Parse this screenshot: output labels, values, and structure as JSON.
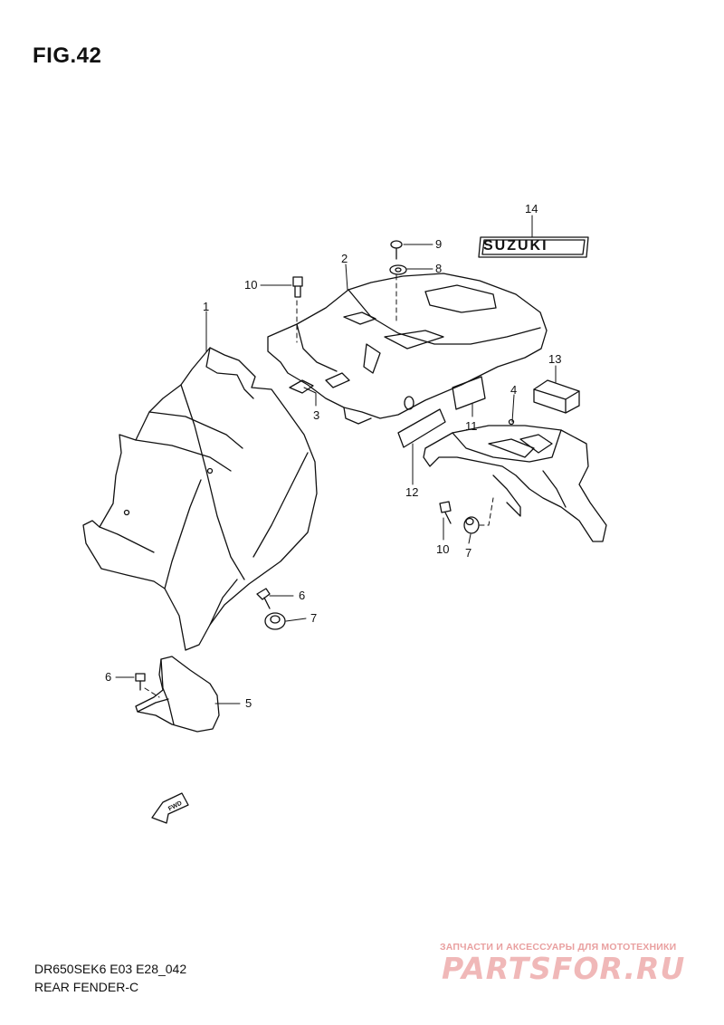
{
  "figure": {
    "title": "FIG.42",
    "code": "DR650SEK6 E03 E28_042",
    "name": "REAR FENDER-C"
  },
  "callouts": [
    "1",
    "2",
    "3",
    "4",
    "5",
    "6",
    "6",
    "7",
    "7",
    "8",
    "9",
    "10",
    "10",
    "11",
    "12",
    "13",
    "14"
  ],
  "emblem_text": "SUZUKI",
  "fwd_arrow_text": "FWD",
  "watermark": {
    "tagline": "ЗАПЧАСТИ И АКСЕССУАРЫ ДЛЯ МОТОТЕХНИКИ",
    "site": "PARTSFOR.RU"
  },
  "colors": {
    "line": "#111111",
    "watermark": "#f0b8b8"
  }
}
